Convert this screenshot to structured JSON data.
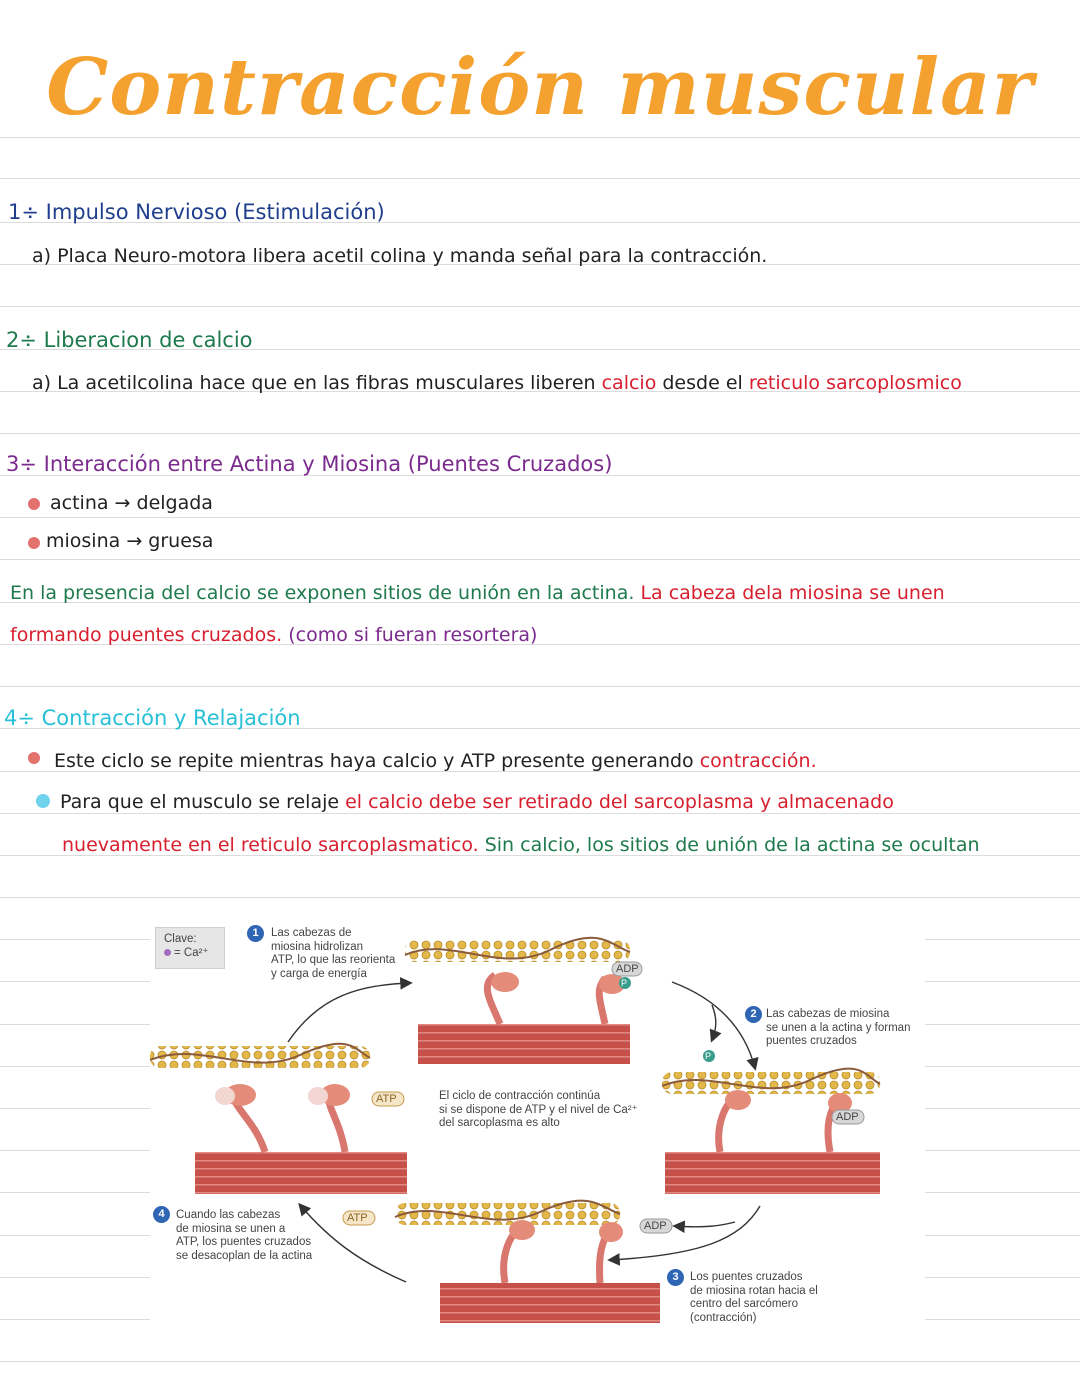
{
  "title": "Contracción muscular",
  "section1": {
    "heading": "1÷ Impulso Nervioso (Estimulación)",
    "line_a": "a) Placa Neuro-motora libera acetil colina y manda señal para la contracción."
  },
  "section2": {
    "heading": "2÷ Liberacion de calcio",
    "line_a_start": "a) La acetilcolina hace que en las fibras musculares liberen",
    "line_a_calcio": "calcio",
    "line_a_mid": "desde el",
    "line_a_reticulo": "reticulo sarcoplosmico"
  },
  "section3": {
    "heading": "3÷ Interacción entre Actina y Miosina (Puentes Cruzados)",
    "bullet1": "actina → delgada",
    "bullet2": "miosina → gruesa",
    "para_green": "En la presencia del calcio se exponen sitios de unión en la actina.",
    "para_red1": "La cabeza dela miosina se unen",
    "para_red2": "formando puentes cruzados.",
    "para_purple": "(como si fueran resortera)"
  },
  "section4": {
    "heading": "4÷ Contracción y Relajación",
    "bullet1_start": "Este ciclo se repite mientras haya calcio y ATP presente generando",
    "bullet1_red": "contracción.",
    "bullet2_start": "Para que el musculo se relaje",
    "bullet2_red1": "el calcio debe ser retirado del sarcoplasma y almacenado",
    "bullet2_red2": "nuevamente en el reticulo sarcoplasmatico.",
    "bullet2_green": "Sin calcio, los sitios de unión de la actina se ocultan"
  },
  "figure": {
    "key_label": "Clave:",
    "key_value": "= Ca²⁺",
    "step1_num": "1",
    "step1_text": [
      "Las cabezas de",
      "miosina hidrolizan",
      "ATP, lo que las reorienta",
      "y carga de energía"
    ],
    "step2_num": "2",
    "step2_text": [
      "Las cabezas de miosina",
      "se unen a la actina y forman",
      "puentes cruzados"
    ],
    "step3_num": "3",
    "step3_text": [
      "Los puentes cruzados",
      "de miosina rotan hacia el",
      "centro del sarcómero",
      "(contracción)"
    ],
    "step4_num": "4",
    "step4_text": [
      "Cuando las cabezas",
      "de miosina se unen a",
      "ATP, los puentes cruzados",
      "se desacoplan de la actina"
    ],
    "center_text": [
      "El ciclo de contracción continúa",
      "si se dispone de ATP y el nivel de Ca²⁺",
      "del sarcoplasma es alto"
    ],
    "label_adp": "ADP",
    "label_atp": "ATP",
    "label_p": "P"
  },
  "colors": {
    "title": "#f4a12f",
    "heading1": "#1f3f8c",
    "heading2": "#1e7a4c",
    "heading3": "#7b2a8e",
    "heading4": "#27c0d6",
    "red_text": "#d71f2e",
    "green_text": "#1e7a4c"
  }
}
